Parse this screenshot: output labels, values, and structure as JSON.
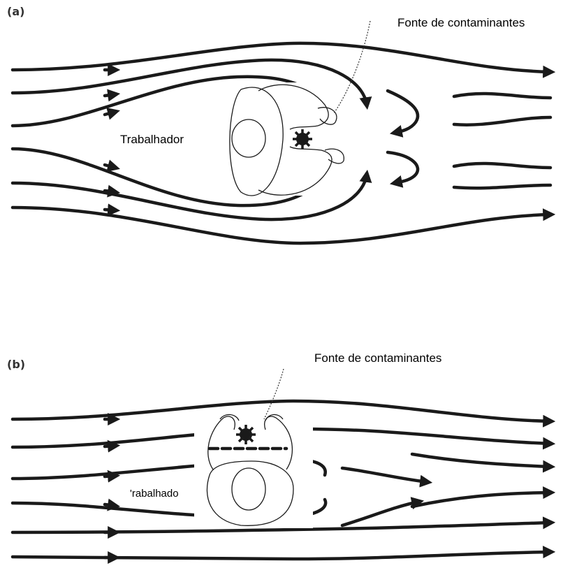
{
  "panels": [
    {
      "label": "(a)",
      "source_label": "Fonte de contaminantes",
      "worker_label": "Trabalhador"
    },
    {
      "label": "(b)",
      "source_label": "Fonte de contaminantes",
      "worker_label": "'rabalhado"
    }
  ],
  "colors": {
    "stroke": "#1a1a1a",
    "background": "#ffffff"
  }
}
